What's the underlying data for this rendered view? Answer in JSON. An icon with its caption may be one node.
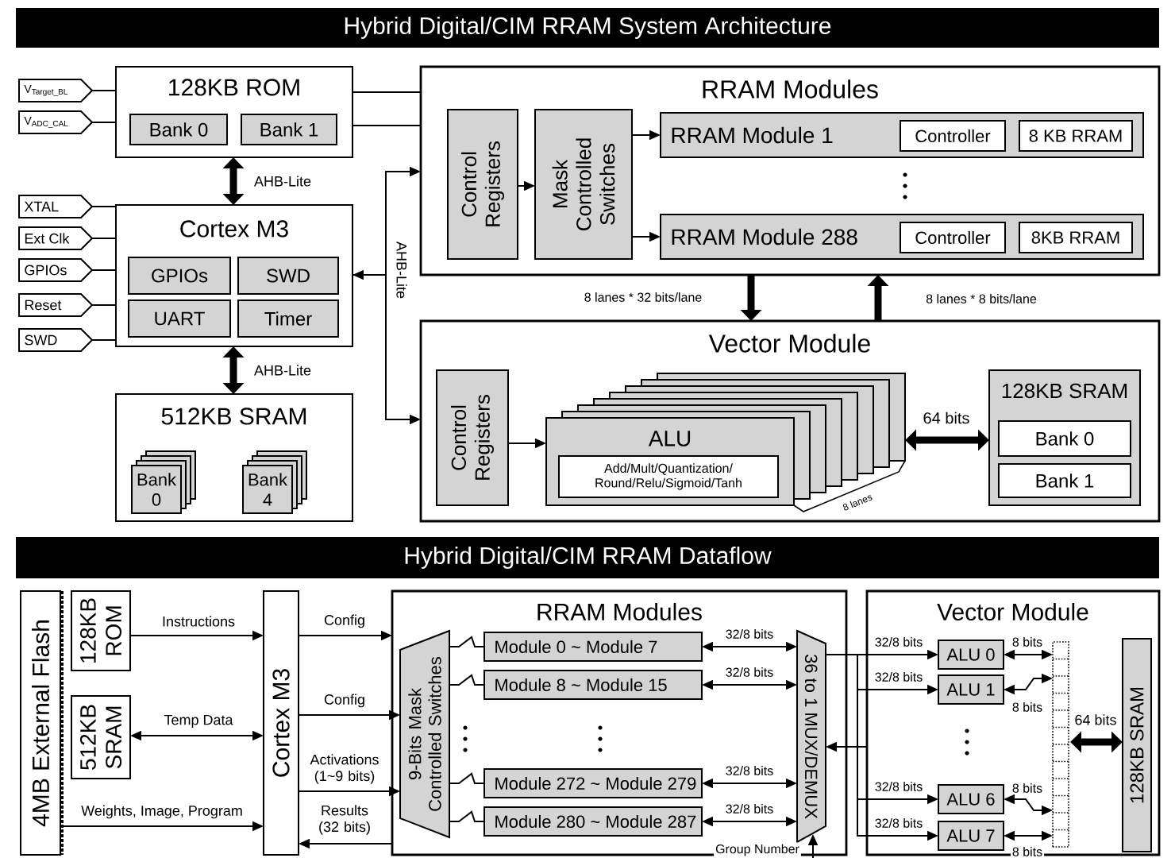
{
  "diagram": {
    "title": "Hybrid Digital/CIM RRAM System Architecture",
    "nodes": [
      {
        "text": [
          "128KB ROM"
        ]
      },
      {
        "text": [
          "Bank 0"
        ],
        "in": 0
      },
      {
        "text": [
          "Bank 1"
        ],
        "in": 0
      },
      {
        "text": [
          "Cortex M3"
        ]
      },
      {
        "text": [
          "GPIOs"
        ],
        "in": 3
      },
      {
        "text": [
          "SWD"
        ],
        "in": 3
      },
      {
        "text": [
          "UART"
        ],
        "in": 3
      },
      {
        "text": [
          "Timer"
        ],
        "in": 3
      },
      {
        "text": [
          "512KB SRAM"
        ]
      },
      {
        "text": [
          "Bank 0"
        ],
        "in": 8
      },
      {
        "text": [
          "Bank 4"
        ],
        "in": 8
      },
      {
        "text": [
          "V$_{Target_BL}$"
        ]
      },
      {
        "text": [
          "V$_{ADC_CAL}$"
        ]
      },
      {
        "text": [
          "XTAL"
        ]
      },
      {
        "text": [
          "Ext Clk"
        ]
      },
      {
        "text": [
          "GPIOs"
        ]
      },
      {
        "text": [
          "Reset"
        ]
      },
      {
        "text": [
          "SWD"
        ]
      },
      {
        "text": [
          "RRAM Modules"
        ]
      },
      {
        "text": [
          "Control Registers"
        ],
        "in": 18
      },
      {
        "text": [
          "Mask Controlled Switches"
        ],
        "in": 18
      },
      {
        "text": [
          "RRAM Module 1"
        ],
        "in": 18
      },
      {
        "text": [
          "Controller"
        ],
        "in": 21
      },
      {
        "text": [
          "8 KB RRAM"
        ],
        "in": 21
      },
      {
        "text": [
          "RRAM Module 288"
        ],
        "in": 18
      },
      {
        "text": [
          "Controller"
        ],
        "in": 24
      },
      {
        "text": [
          "8KB RRAM"
        ],
        "in": 24
      },
      {
        "text": [
          "Vector Module"
        ]
      },
      {
        "text": [
          "Control Registers"
        ],
        "in": 27
      },
      {
        "text": [
          "ALU"
        ],
        "in": 27
      },
      {
        "text": [
          "Add/Mult/Quantization/ Round/Relu/Sigmoid/Tanh"
        ],
        "in": 29
      },
      {
        "text": [
          "128KB SRAM"
        ],
        "in": 27
      },
      {
        "text": [
          "Bank 0"
        ],
        "in": 31
      },
      {
        "text": [
          "Bank 1"
        ],
        "in": 31
      },
      {
        "text": [
          "4MB External Flash"
        ]
      },
      {
        "text": [
          "128KB ROM"
        ]
      },
      {
        "text": [
          "512KB SRAM"
        ]
      },
      {
        "text": [
          "Cortex M3"
        ]
      },
      {
        "text": [
          "RRAM Modules"
        ]
      },
      {
        "text": [
          "9-Bits Mask Controlled Switches"
        ],
        "in": 38
      },
      {
        "text": [
          "Module 0 ~ Module 7"
        ],
        "in": 38
      },
      {
        "text": [
          "Module 8 ~ Module 15"
        ],
        "in": 38
      },
      {
        "text": [
          "Module 272 ~ Module 279"
        ],
        "in": 38
      },
      {
        "text": [
          "Module 280 ~ Module 287"
        ],
        "in": 38
      },
      {
        "text": [
          "36 to 1 MUX/DEMUX"
        ],
        "in": 38
      },
      {
        "text": [
          "Vector Module"
        ]
      },
      {
        "text": [
          "ALU 0"
        ],
        "in": 45
      },
      {
        "text": [
          "ALU 1"
        ],
        "in": 45
      },
      {
        "text": [
          "ALU 6"
        ],
        "in": 45
      },
      {
        "text": [
          "ALU 7"
        ],
        "in": 45
      },
      {
        "text": [],
        "shape": "box",
        "in": 45
      },
      {
        "text": [
          "128KB SRAM"
        ],
        "in": 45
      }
    ],
    "edges": [
      {
        "from": 11,
        "to": 0,
        "arrow": "none"
      },
      {
        "from": 12,
        "to": 0,
        "arrow": "none"
      },
      {
        "from": 13,
        "to": 3,
        "arrow": "none"
      },
      {
        "from": 14,
        "to": 3,
        "arrow": "none"
      },
      {
        "from": 15,
        "to": 3,
        "arrow": "none"
      },
      {
        "from": 16,
        "to": 3,
        "arrow": "none"
      },
      {
        "from": 17,
        "to": 3,
        "arrow": "none"
      },
      {
        "from": 0,
        "to": 3,
        "arrow": "both",
        "style": "thick",
        "label": "AHB-Lite"
      },
      {
        "from": 3,
        "to": 8,
        "arrow": "both",
        "style": "thick",
        "label": "AHB-Lite"
      },
      {
        "from": 0,
        "to": 18,
        "arrow": "none"
      },
      {
        "from": 0,
        "to": 18,
        "arrow": "none"
      },
      {
        "from": 3,
        "to": 18,
        "arrow": "both",
        "label": "AHB-Lite"
      },
      {
        "from": 3,
        "to": 27,
        "arrow": "to"
      },
      {
        "from": 19,
        "to": 20,
        "arrow": "to"
      },
      {
        "from": 20,
        "to": 21,
        "arrow": "to"
      },
      {
        "from": 20,
        "to": 24,
        "arrow": "to"
      },
      {
        "from": 18,
        "to": 27,
        "arrow": "to",
        "style": "thick",
        "label": "8 lanes * 32 bits/lane"
      },
      {
        "from": 27,
        "to": 18,
        "arrow": "to",
        "style": "thick",
        "label": "8 lanes * 8 bits/lane"
      },
      {
        "from": 28,
        "to": 29,
        "arrow": "to"
      },
      {
        "from": 29,
        "to": 31,
        "arrow": "both",
        "style": "thick",
        "label": "64 bits"
      },
      {
        "from": 35,
        "to": 37,
        "arrow": "to",
        "label": "Instructions"
      },
      {
        "from": 36,
        "to": 37,
        "arrow": "both",
        "label": "Temp Data"
      },
      {
        "from": 34,
        "to": 37,
        "arrow": "to",
        "label": "Weights, Image, Program"
      },
      {
        "from": 37,
        "to": 38,
        "arrow": "to",
        "label": "Config"
      },
      {
        "from": 37,
        "to": 39,
        "arrow": "to",
        "label": "Config"
      },
      {
        "from": 37,
        "to": 39,
        "arrow": "to",
        "label": "Activations (1~9 bits)"
      },
      {
        "from": 38,
        "to": 37,
        "arrow": "to",
        "label": "Results (32 bits)"
      },
      {
        "from": 39,
        "to": 40,
        "arrow": "none"
      },
      {
        "from": 39,
        "to": 41,
        "arrow": "none"
      },
      {
        "from": 39,
        "to": 42,
        "arrow": "none"
      },
      {
        "from": 39,
        "to": 43,
        "arrow": "none"
      },
      {
        "from": 40,
        "to": 44,
        "arrow": "both",
        "label": "32/8 bits"
      },
      {
        "from": 41,
        "to": 44,
        "arrow": "both",
        "label": "32/8 bits"
      },
      {
        "from": 42,
        "to": 44,
        "arrow": "both",
        "label": "32/8 bits"
      },
      {
        "from": 43,
        "to": 44,
        "arrow": "both",
        "label": "32/8 bits"
      },
      {
        "from": null,
        "to": 44,
        "arrow": "to",
        "label": "Group Number"
      },
      {
        "from": 44,
        "to": 46,
        "arrow": "to",
        "label": "32/8 bits"
      },
      {
        "from": 44,
        "to": 47,
        "arrow": "to",
        "label": "32/8 bits"
      },
      {
        "from": 44,
        "to": 48,
        "arrow": "to",
        "label": "32/8 bits"
      },
      {
        "from": 44,
        "to": 49,
        "arrow": "to",
        "label": "32/8 bits"
      },
      {
        "from": 45,
        "to": 44,
        "arrow": "to"
      },
      {
        "from": 46,
        "to": 50,
        "arrow": "both",
        "label": "8 bits"
      },
      {
        "from": 47,
        "to": 50,
        "arrow": "both",
        "label": "8 bits"
      },
      {
        "from": 48,
        "to": 50,
        "arrow": "both",
        "label": "8 bits"
      },
      {
        "from": 49,
        "to": 50,
        "arrow": "both",
        "label": "8 bits"
      },
      {
        "from": 50,
        "to": 51,
        "arrow": "both",
        "style": "thick",
        "label": "64 bits"
      }
    ],
    "labels": [
      "Hybrid Digital/CIM RRAM Dataflow",
      "8 lanes"
    ]
  }
}
